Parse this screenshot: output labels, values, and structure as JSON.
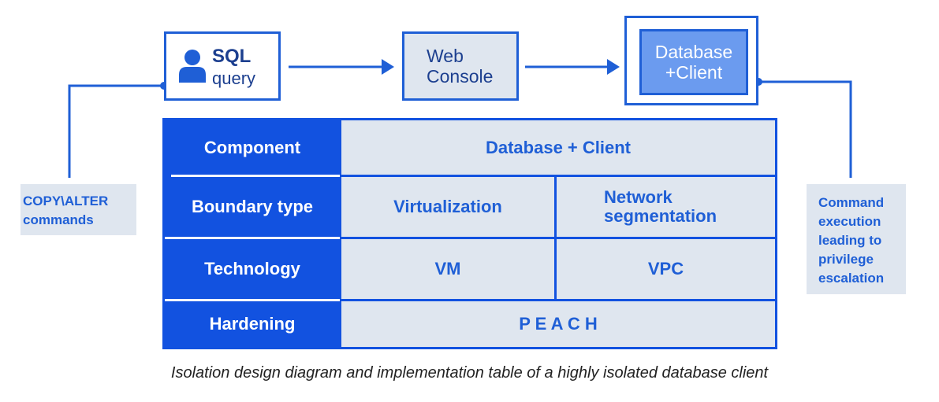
{
  "flow": {
    "sql_box": {
      "icon": "person-icon",
      "label_bold": "SQL",
      "label": "query"
    },
    "web_box": {
      "line1": "Web",
      "line2": "Console"
    },
    "db_box": {
      "line1": "Database",
      "line2": "+Client"
    }
  },
  "side": {
    "left_text": "COPY\\ALTER\ncommands",
    "right_text": "Command\nexecution\nleading to\nprivilege\nescalation"
  },
  "table": {
    "rows": [
      {
        "header": "Component",
        "cells": [
          "Database + Client"
        ]
      },
      {
        "header": "Boundary type",
        "cells": [
          "Virtualization",
          "Network\nsegmentation"
        ]
      },
      {
        "header": "Technology",
        "cells": [
          "VM",
          "VPC"
        ]
      },
      {
        "header": "Hardening",
        "cells": [
          "P E A C H"
        ]
      }
    ]
  },
  "caption": "Isolation design diagram and implementation table of a highly isolated database client",
  "colors": {
    "primary": "#1252e0",
    "box_border": "#1f5fd6",
    "light_fill": "#dfe6ef",
    "db_fill": "#6b9bef",
    "dark_text": "#1c3f8f"
  }
}
